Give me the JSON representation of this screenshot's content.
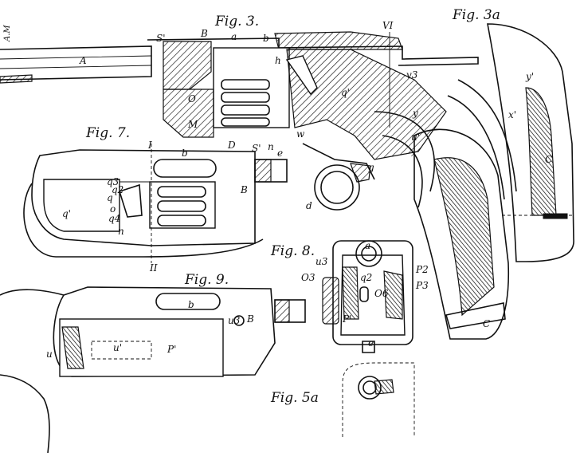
{
  "figures": {
    "fig3": {
      "title": "Fig. 3."
    },
    "fig3a": {
      "title": "Fig. 3a"
    },
    "fig7": {
      "title": "Fig. 7."
    },
    "fig8": {
      "title": "Fig. 8."
    },
    "fig9": {
      "title": "Fig. 9."
    },
    "fig5a": {
      "title": "Fig. 5a"
    }
  },
  "labels": {
    "fig3": [
      "S'",
      "B",
      "a",
      "b",
      "h",
      "A",
      "O",
      "M",
      "D",
      "S'",
      "n",
      "e",
      "w",
      "d",
      "g",
      "VI",
      "v3",
      "q'",
      "y",
      "u'",
      "x"
    ],
    "fig3a": [
      "y'",
      "x'",
      "C"
    ],
    "fig7": [
      "I",
      "b",
      "B",
      "q'",
      "q",
      "q2",
      "q3",
      "o",
      "q4",
      "n",
      "II"
    ],
    "fig8": [
      "a",
      "u3",
      "O3",
      "q2",
      "P2",
      "P3",
      "O6",
      "P'",
      "e"
    ],
    "fig9": [
      "b",
      "u3",
      "B",
      "u",
      "u'",
      "P'"
    ],
    "fig5a": [],
    "grip": [
      "C"
    ]
  },
  "margin_mark": "A.M"
}
